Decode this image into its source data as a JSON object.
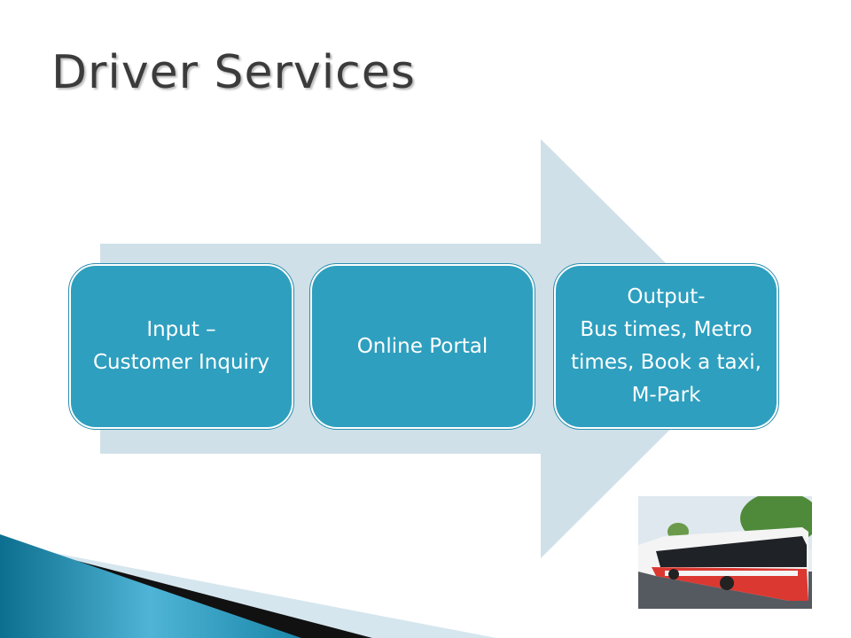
{
  "title": "Driver Services",
  "steps": [
    {
      "label": "Input –\nCustomer Inquiry"
    },
    {
      "label": "Online Portal"
    },
    {
      "label": "Output-\nBus times, Metro times, Book a taxi, M-Park"
    }
  ],
  "colors": {
    "box": "#2e9fbf",
    "arrow": "#cfe0e8",
    "title": "#3b3b3b"
  }
}
